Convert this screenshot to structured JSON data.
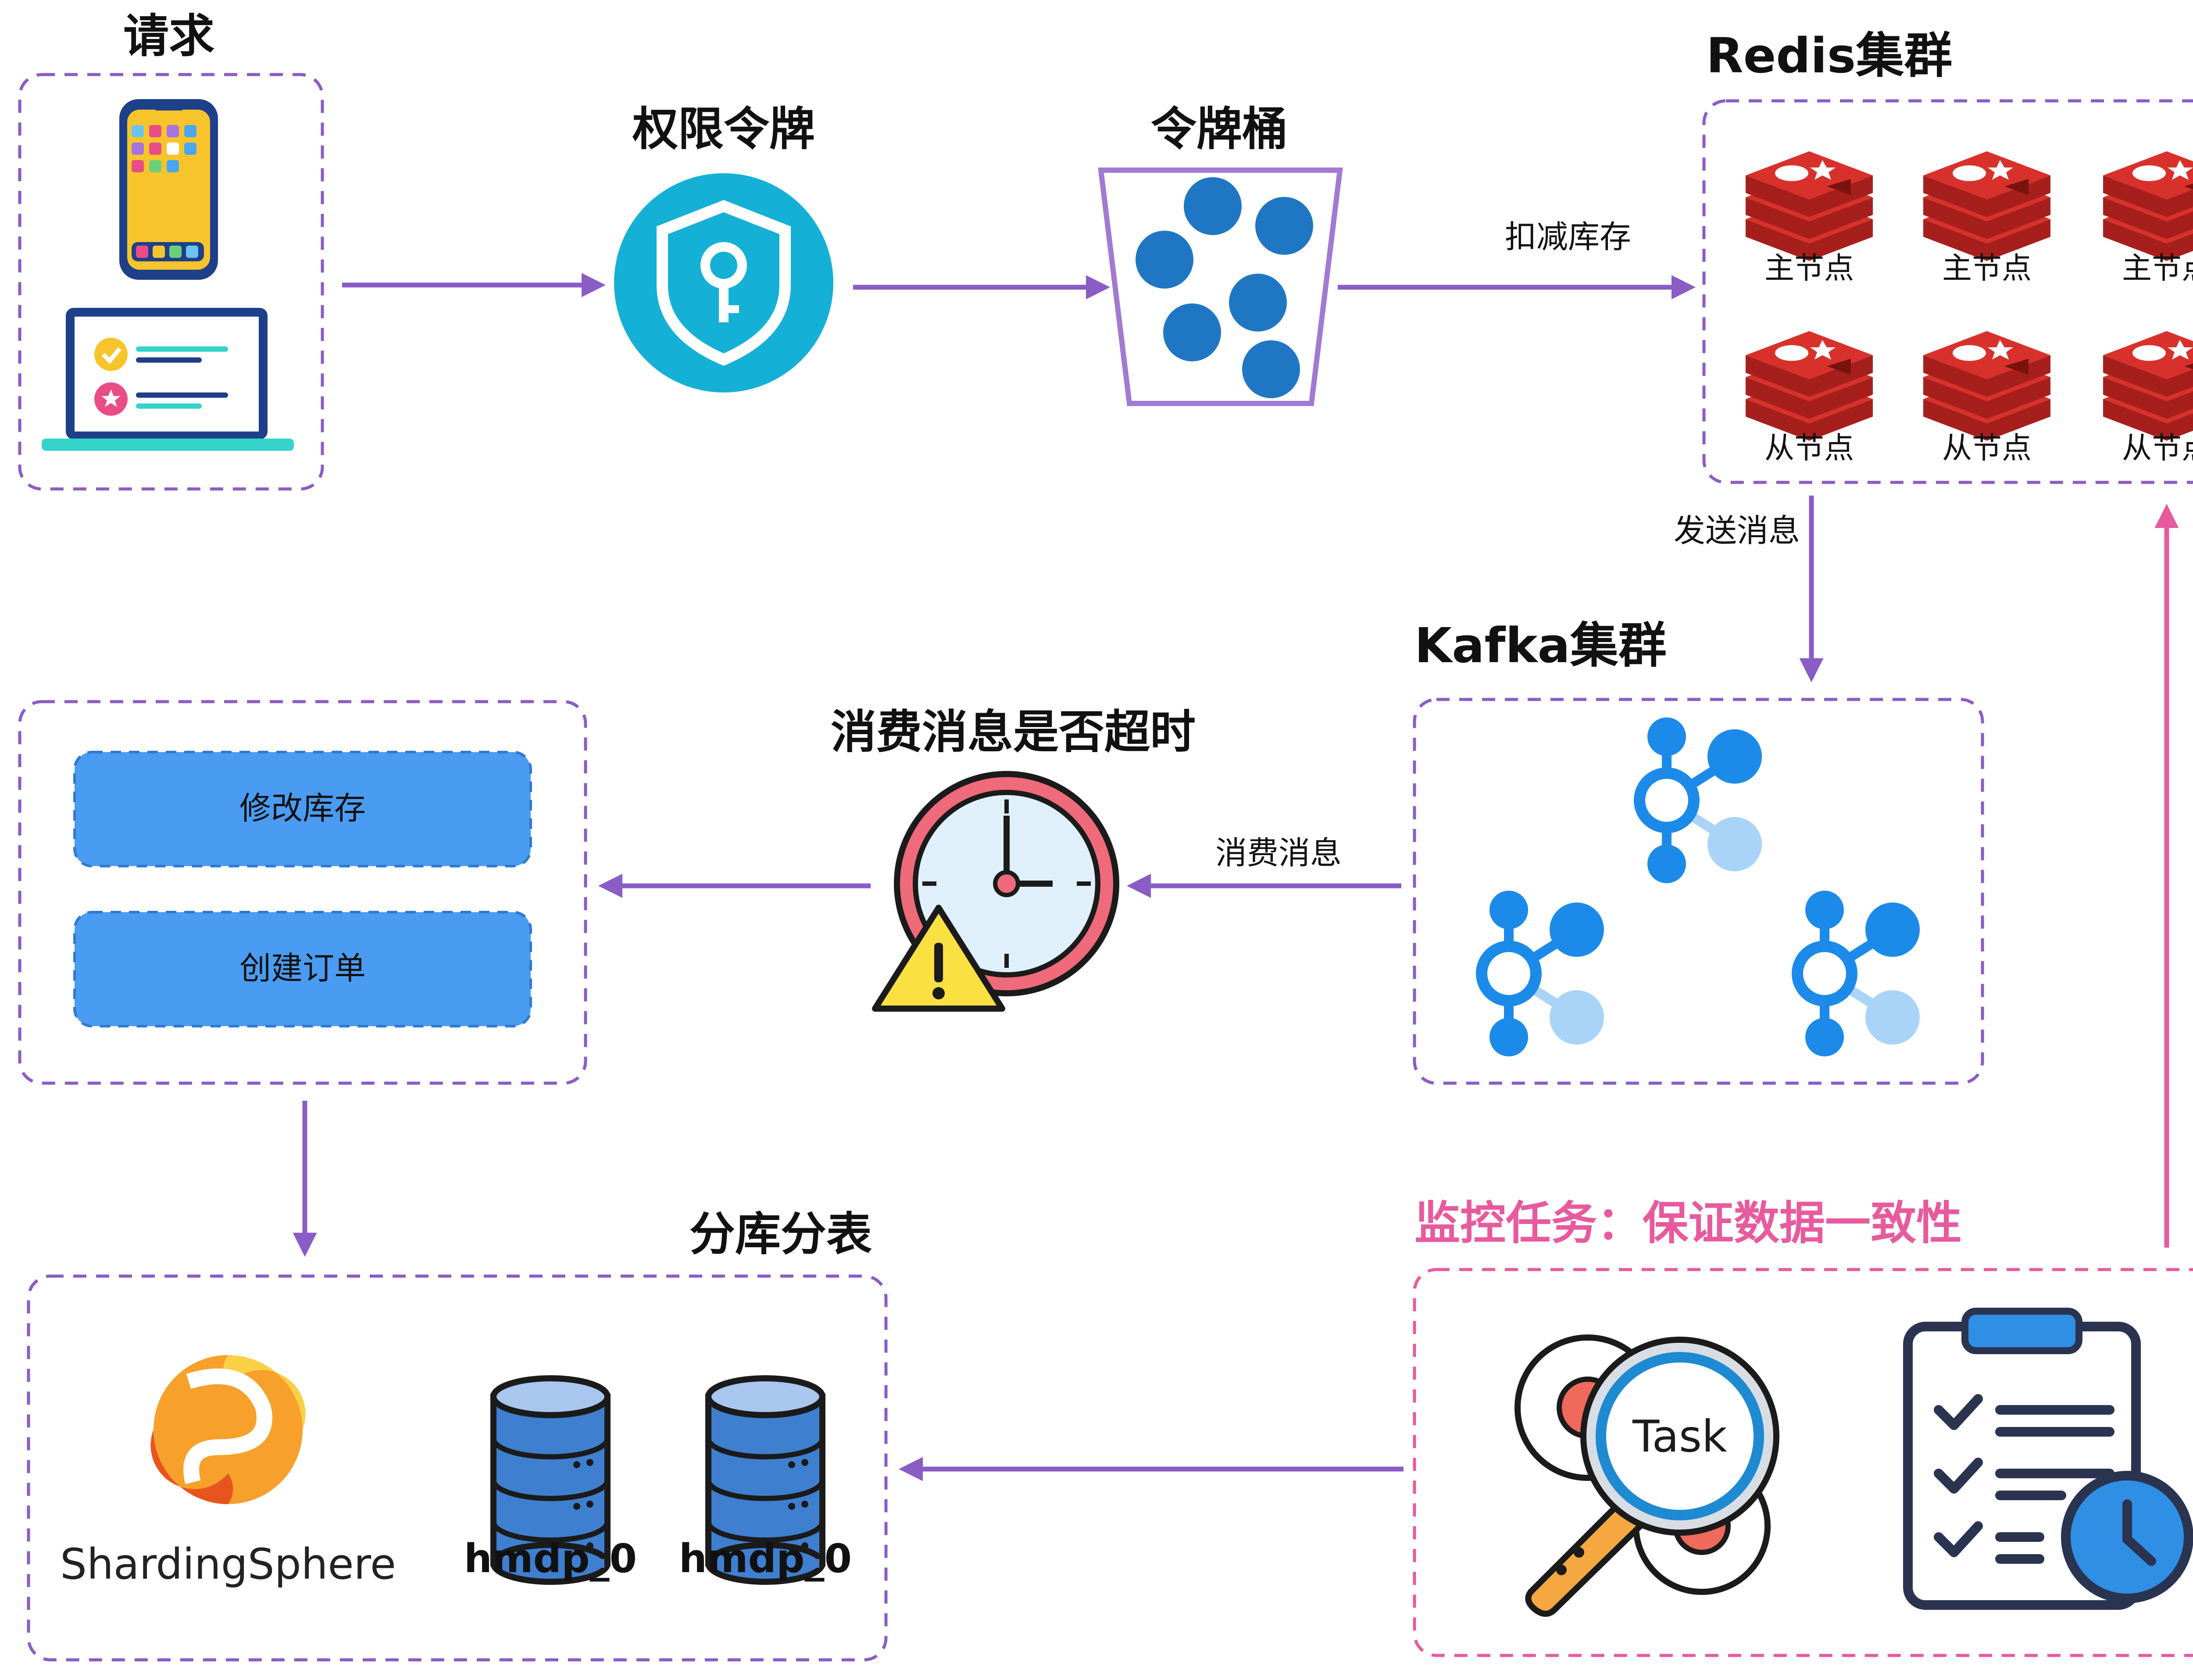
{
  "colors": {
    "purple": "#8a5cc6",
    "pink": "#e75a9d",
    "redis_red": "#d8312b",
    "kafka_blue": "#1c8ae8",
    "kafka_light": "#a9d4f7",
    "db_blue": "#3f7fd0",
    "task_box": "#4a9cf2",
    "shield_teal": "#15b0d6",
    "bucket_ball": "#1f77c4"
  },
  "labels": {
    "request": "请求",
    "auth_token": "权限令牌",
    "token_bucket": "令牌桶",
    "redis_cluster": "Redis集群",
    "deduct_stock": "扣减库存",
    "master_node": "主节点",
    "slave_node": "从节点",
    "send_message": "发送消息",
    "kafka_cluster": "Kafka集群",
    "consume_timeout": "消费消息是否超时",
    "consume_message": "消费消息",
    "modify_stock": "修改库存",
    "create_order": "创建订单",
    "sharding": "分库分表",
    "sharding_sphere": "ShardingSphere",
    "db0": "hmdp_0",
    "db1": "hmdp_0",
    "monitor_task": "监控任务：保证数据一致性",
    "task": "Task"
  },
  "icons": {
    "phone": "smartphone-icon",
    "laptop": "laptop-icon",
    "shield": "shield-key-icon",
    "bucket": "bucket-icon",
    "redis": "redis-icon",
    "kafka": "kafka-icon",
    "clock": "clock-warning-icon",
    "database": "database-icon",
    "task": "task-search-icon",
    "checklist": "checklist-clock-icon"
  }
}
